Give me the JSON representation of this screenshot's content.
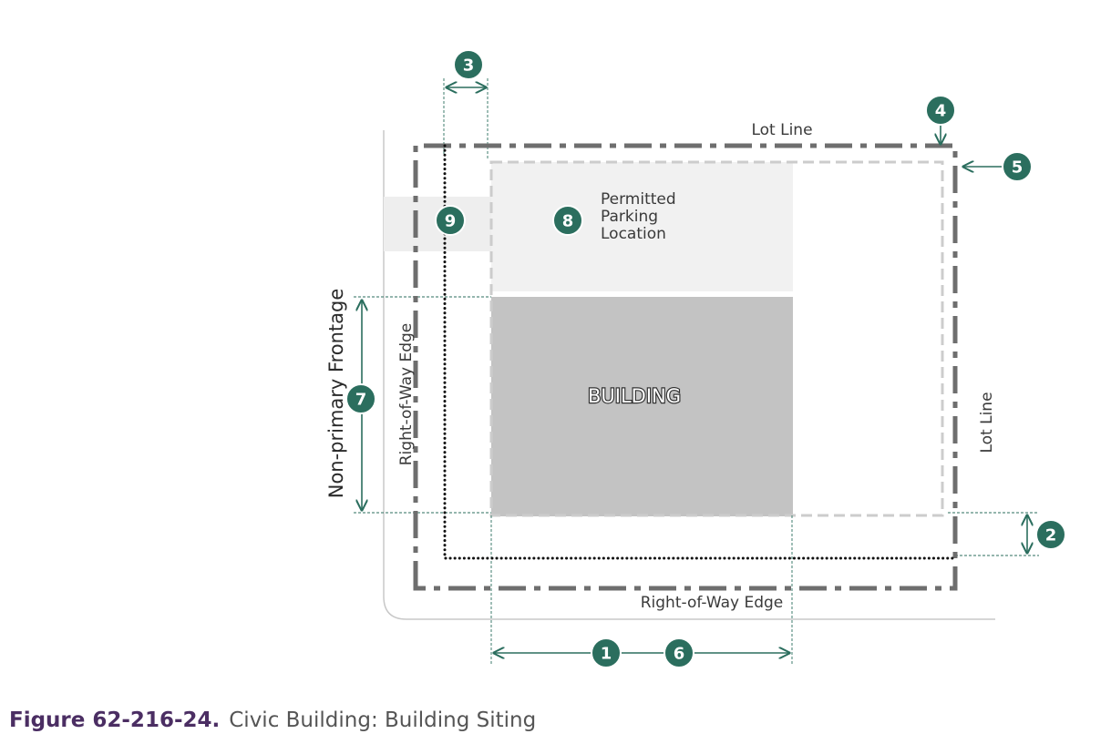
{
  "labels": {
    "lot_line_top": "Lot Line",
    "lot_line_right": "Lot Line",
    "row_edge_bottom": "Right-of-Way Edge",
    "row_edge_left": "Right-of-Way Edge",
    "non_primary_frontage": "Non-primary Frontage",
    "parking_line1": "Permitted",
    "parking_line2": "Parking",
    "parking_line3": "Location",
    "building": "BUILDING"
  },
  "badges": [
    "1",
    "2",
    "3",
    "4",
    "5",
    "6",
    "7",
    "8",
    "9"
  ],
  "caption": {
    "figure_number": "Figure 62-216-24.",
    "title": "Civic Building: Building Siting"
  },
  "colors": {
    "badge": "#2b6e5e",
    "guide": "#2b6e5e",
    "lot_line": "#6e6e6e",
    "parking_fill": "#f1f1f1",
    "building_fill": "#c3c3c3",
    "caption_fig": "#4b2e63"
  }
}
